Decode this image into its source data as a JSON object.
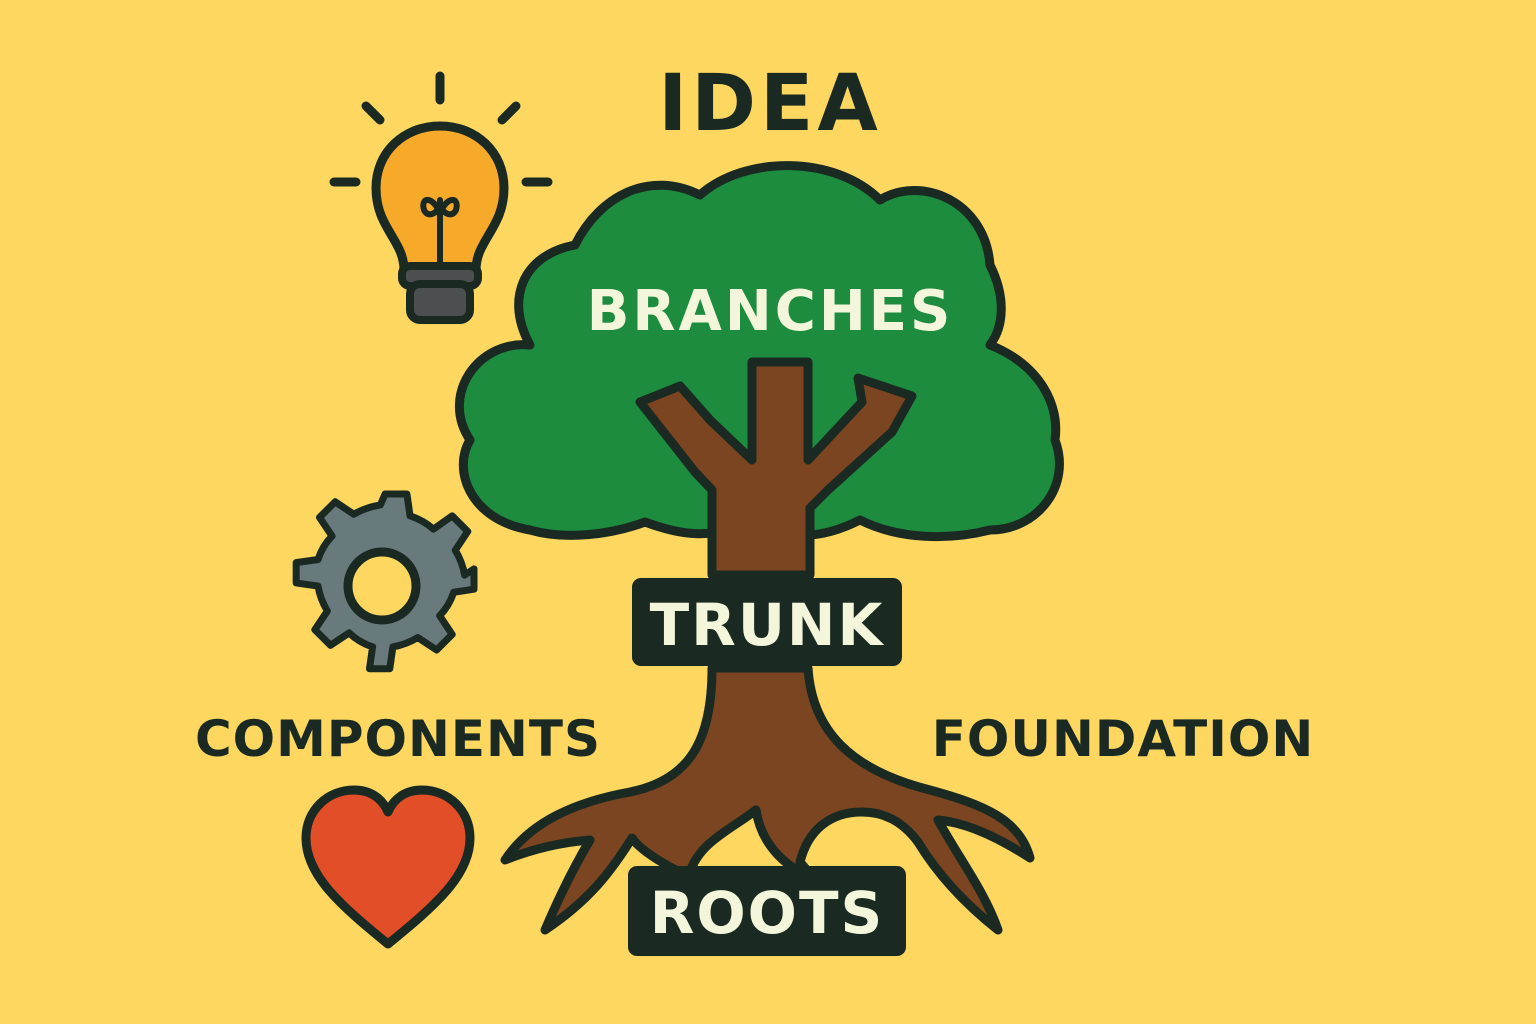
{
  "title": "IDEA",
  "labels": {
    "branches": "BRANCHES",
    "trunk": "TRUNK",
    "roots": "ROOTS",
    "components": "COMPONENTS",
    "foundation": "FOUNDATION"
  },
  "icons": {
    "lightbulb": "lightbulb-icon",
    "gear": "gear-icon",
    "heart": "heart-icon"
  },
  "colors": {
    "background": "#FDD75F",
    "outline": "#1A2A22",
    "foliage": "#1E8C3F",
    "wood": "#7A4520",
    "bulb": "#F7A92A",
    "bulb_base": "#4B4F4F",
    "gear": "#687A7C",
    "heart": "#E24E28",
    "light_text": "#F4F6DC",
    "dark_box": "#1A2A22"
  }
}
